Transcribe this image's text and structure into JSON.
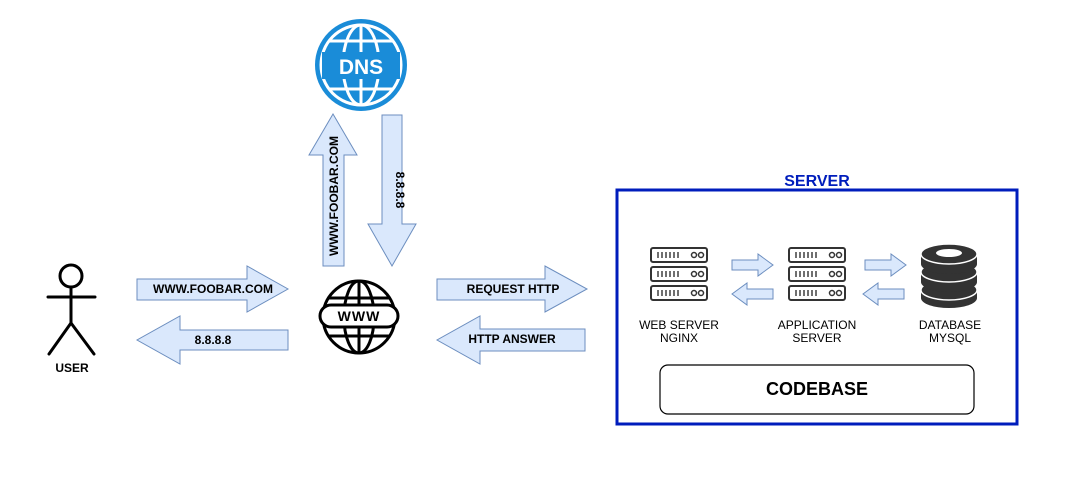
{
  "colors": {
    "arrow_fill": "#dae8fc",
    "arrow_stroke": "#6c8ebf",
    "server_border": "#001dbc",
    "dns_blue": "#1a8cd8"
  },
  "user": {
    "label": "USER"
  },
  "dns": {
    "label": "DNS",
    "up_label": "WWW.FOOBAR.COM",
    "down_label": "8.8.8.8"
  },
  "internet": {
    "label": "WWW"
  },
  "user_flow": {
    "request": "WWW.FOOBAR.COM",
    "response": "8.8.8.8"
  },
  "http_flow": {
    "request": "REQUEST HTTP",
    "response": "HTTP ANSWER"
  },
  "server": {
    "title": "SERVER",
    "web": {
      "line1": "WEB SERVER",
      "line2": "NGINX"
    },
    "app": {
      "line1": "APPLICATION",
      "line2": "SERVER"
    },
    "db": {
      "line1": "DATABASE",
      "line2": "MYSQL"
    },
    "codebase": "CODEBASE"
  }
}
